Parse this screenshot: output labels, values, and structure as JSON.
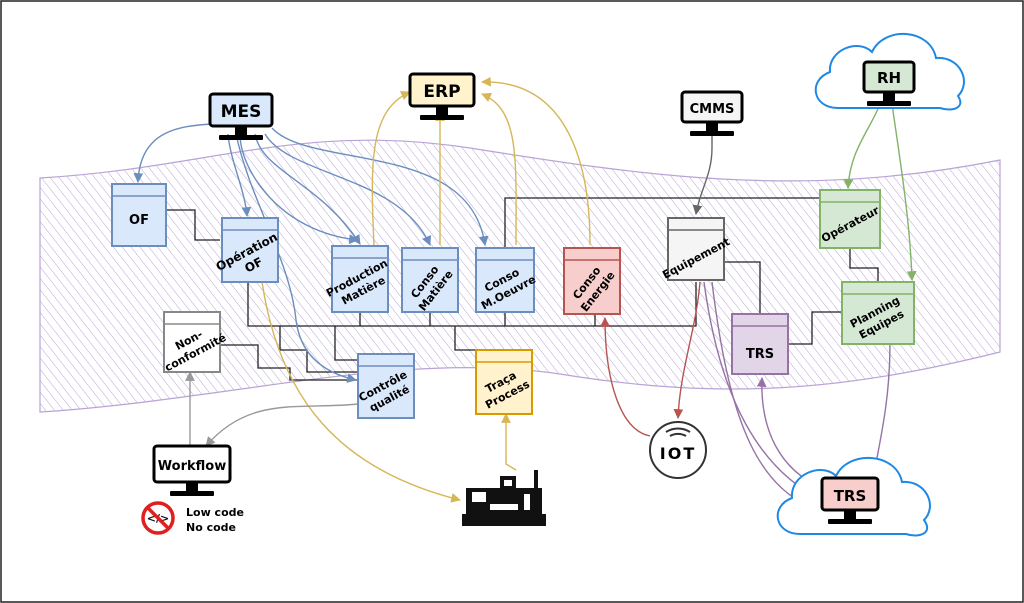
{
  "monitors": {
    "mes": "MES",
    "erp": "ERP",
    "cmms": "CMMS",
    "rh": "RH",
    "workflow": "Workflow",
    "trs_cloud": "TRS"
  },
  "boxes": {
    "of": "OF",
    "operation_of": [
      "Opération",
      "OF"
    ],
    "production_matiere": [
      "Production",
      "Matière"
    ],
    "conso_matiere": [
      "Conso",
      "Matière"
    ],
    "conso_m_oeuvre": [
      "Conso",
      "M.Oeuvre"
    ],
    "conso_energie": [
      "Conso",
      "Energie"
    ],
    "equipement": "Equipement",
    "operateur": "Opérateur",
    "planning_equipes": [
      "Planning",
      "Equipes"
    ],
    "trs": "TRS",
    "non_conformite": [
      "Non-",
      "conformité"
    ],
    "controle_qualite": [
      "Contrôle",
      "qualité"
    ],
    "traca_process": [
      "Traça",
      "Process"
    ]
  },
  "iot": {
    "label": "IOT"
  },
  "lowcode": {
    "line1": "Low code",
    "line2": "No code"
  },
  "icons": {
    "no_code": "no-code-icon",
    "machine": "cnc-machine-icon",
    "cloud": "cloud-icon"
  },
  "colors": {
    "blue": "#6c8ebf",
    "blue_fill": "#dae8fc",
    "red": "#b85450",
    "red_fill": "#f8cecc",
    "gray": "#666666",
    "gray_fill": "#f5f5f5",
    "green": "#82b366",
    "green_fill": "#d5e8d4",
    "purple": "#9673a6",
    "purple_fill": "#e1d5e7",
    "yellow": "#d6b656",
    "yellow_fill": "#fff2cc",
    "orange": "#d79b00",
    "cloud_stroke": "#1e88e5"
  }
}
